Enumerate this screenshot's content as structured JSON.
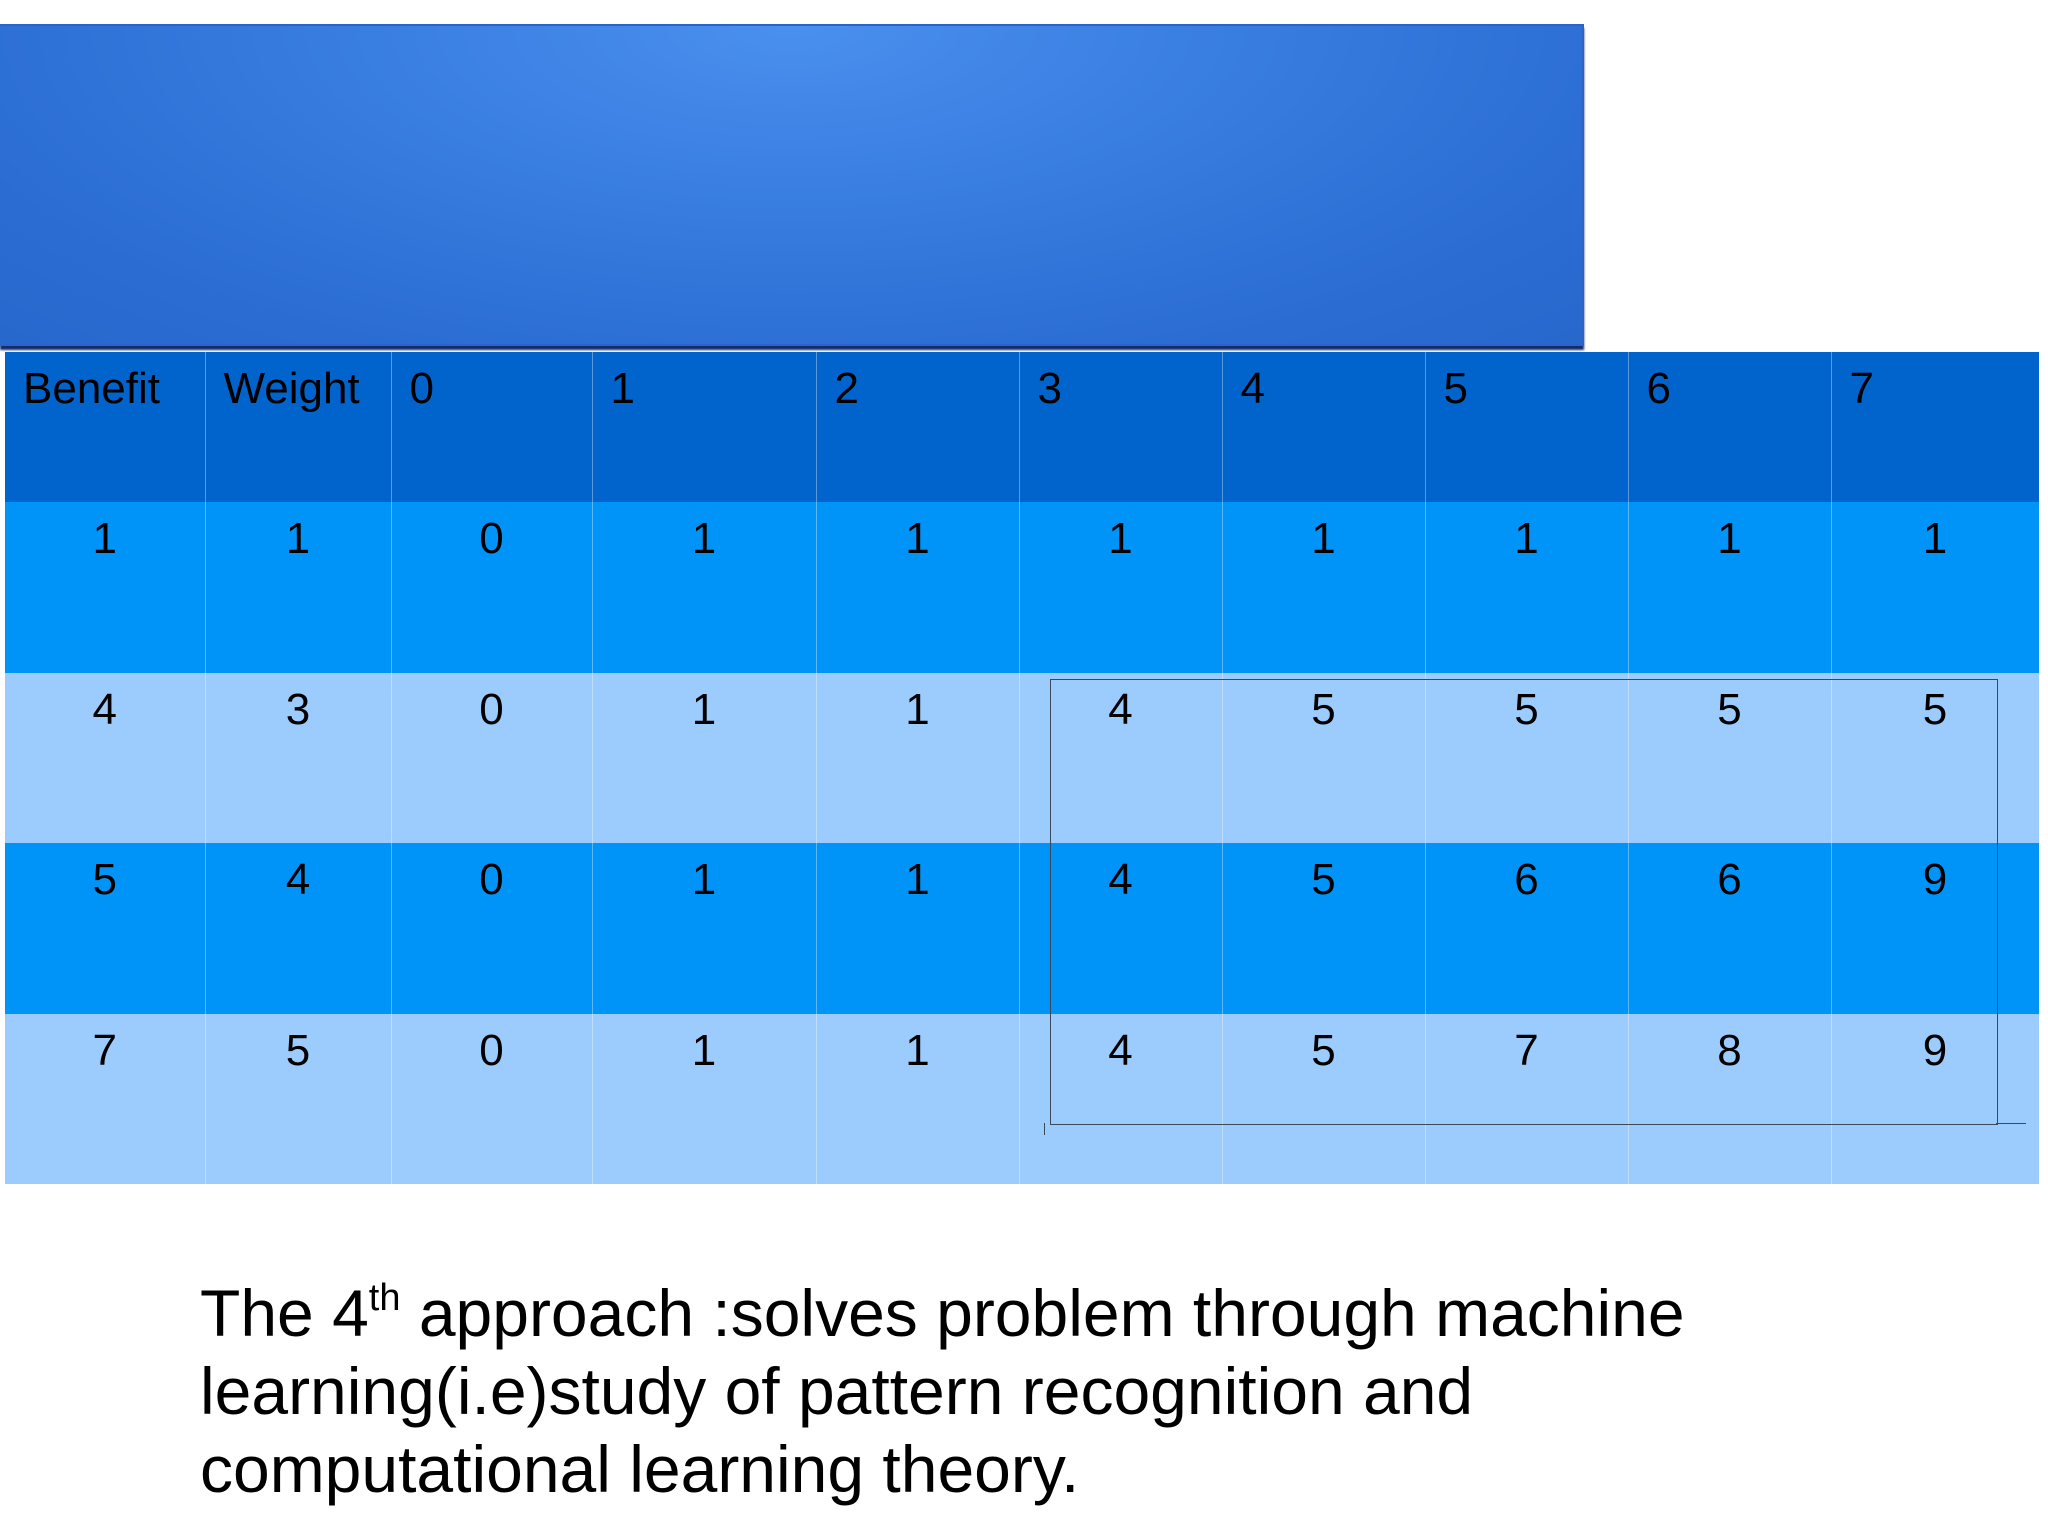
{
  "table": {
    "headers": [
      "Benefit",
      "Weight",
      "0",
      "1",
      "2",
      "3",
      "4",
      "5",
      "6",
      "7"
    ],
    "rows": [
      [
        "1",
        "1",
        "0",
        "1",
        "1",
        "1",
        "1",
        "1",
        "1",
        "1"
      ],
      [
        "4",
        "3",
        "0",
        "1",
        "1",
        "4",
        "5",
        "5",
        "5",
        "5"
      ],
      [
        "5",
        "4",
        "0",
        "1",
        "1",
        "4",
        "5",
        "6",
        "6",
        "9"
      ],
      [
        "7",
        "5",
        "0",
        "1",
        "1",
        "4",
        "5",
        "7",
        "8",
        "9"
      ]
    ]
  },
  "caption": {
    "part1": "The 4",
    "sup": "th",
    "part2": " approach :solves problem through machine learning(i.e)study of pattern recognition and computational learning theory."
  },
  "colors": {
    "title_bar": "#2a6cd2",
    "header_row": "#0163cc",
    "dark_row": "#0094f8",
    "light_row": "#9ccbfd"
  }
}
